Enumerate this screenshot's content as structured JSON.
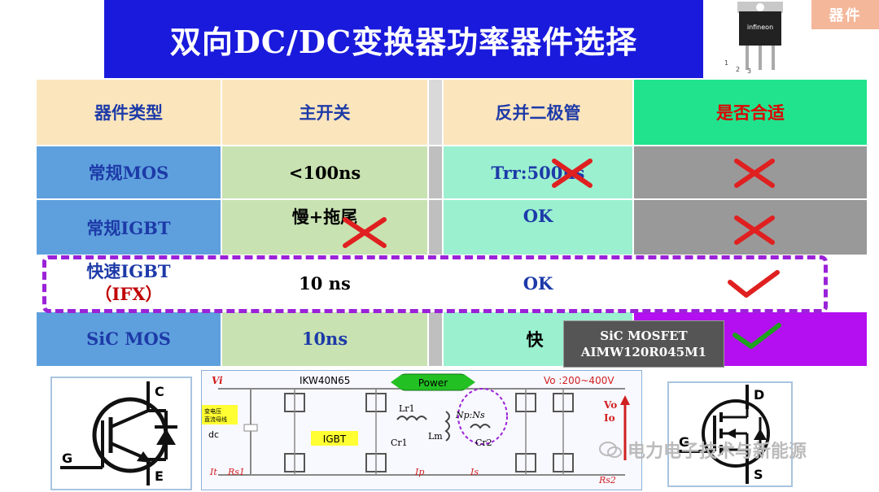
{
  "title": "双向DC/DC变换器功率器件选择",
  "tag": "器件",
  "chip_label": "infineon",
  "chip_pins": [
    "1",
    "2",
    "3"
  ],
  "table": {
    "headers": [
      "器件类型",
      "主开关",
      "反并二极管",
      "是否合适"
    ],
    "rows": [
      {
        "type": "常规MOS",
        "switch": "<100ns",
        "diode": "Trr:500ns",
        "fit": "cross"
      },
      {
        "type": "常规IGBT",
        "switch": "慢+拖尾",
        "diode": "OK",
        "fit": "cross"
      },
      {
        "type_line1": "快速IGBT",
        "type_line2": "（IFX）",
        "switch": "10 ns",
        "diode": "OK",
        "fit": "check"
      },
      {
        "type": "SiC MOS",
        "switch": "10ns",
        "diode": "快",
        "fit": "check"
      }
    ]
  },
  "tooltip": {
    "line1": "SiC MOSFET",
    "line2": "AIMW120R045M1"
  },
  "igbt_symbol": {
    "c": "C",
    "g": "G",
    "e": "E"
  },
  "mos_symbol": {
    "d": "D",
    "g": "G",
    "s": "S"
  },
  "circuit": {
    "vi": "Vi",
    "part": "IKW40N65",
    "power": "Power",
    "vo_range": "Vo :200~400V",
    "note1": "变电压",
    "note2": "直流母线",
    "dc": "dc",
    "igbt": "IGBT",
    "lr1": "Lr1",
    "cr1": "Cr1",
    "lm": "Lm",
    "ratio": "Np:Ns",
    "cr2": "Cr2",
    "vo": "Vo",
    "io": "Io",
    "it": "It",
    "rs1": "Rs1",
    "ip": "Ip",
    "is": "Is",
    "rs2": "Rs2"
  },
  "watermark": "电力电子技术与新能源",
  "colors": {
    "title_bg": "#1a1adc",
    "cross": "#e02020",
    "check_red": "#e02020",
    "check_green": "#1fa01f",
    "dash": "#9b22d8"
  }
}
